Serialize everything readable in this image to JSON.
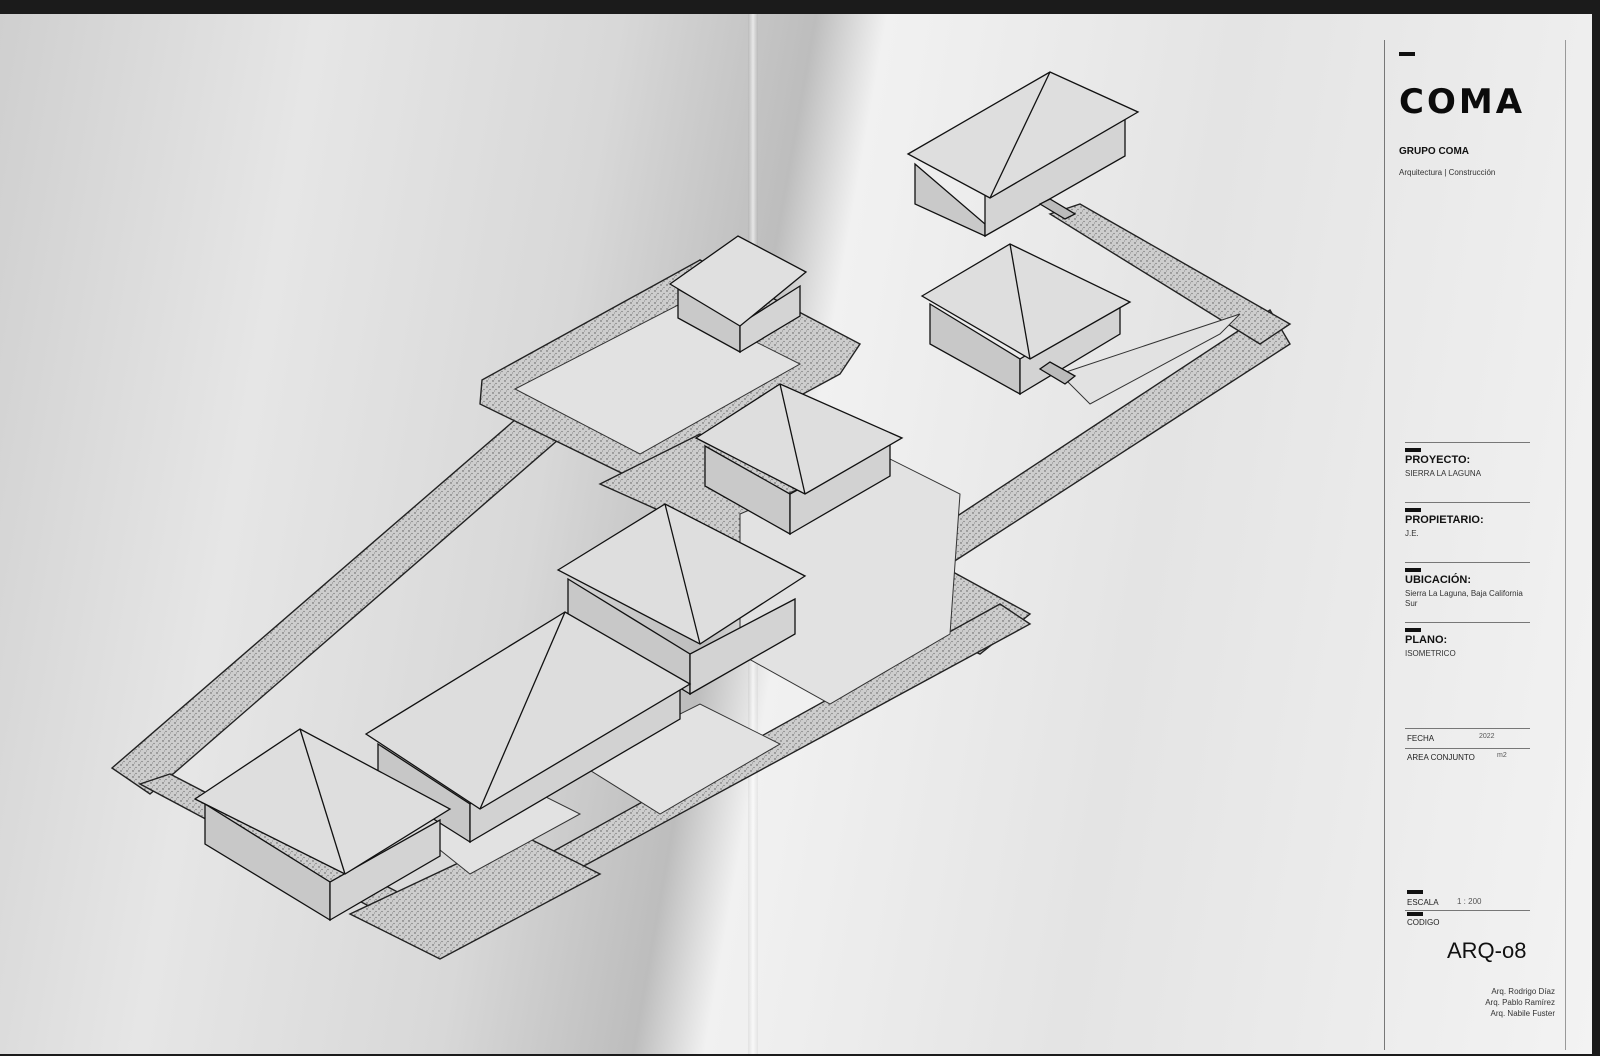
{
  "title_block": {
    "logo": "COMA",
    "firm_name": "GRUPO COMA",
    "firm_tagline": "Arquitectura | Construcción",
    "fields": [
      {
        "label": "PROYECTO:",
        "value": "SIERRA LA LAGUNA"
      },
      {
        "label": "PROPIETARIO:",
        "value": "J.E."
      },
      {
        "label": "UBICACIÓN:",
        "value": "Sierra La Laguna, Baja California Sur"
      },
      {
        "label": "PLANO:",
        "value": "ISOMETRICO"
      }
    ],
    "fecha": {
      "label": "FECHA",
      "value": "2022"
    },
    "area": {
      "label": "AREA CONJUNTO",
      "value": "m2"
    },
    "escala": {
      "label": "ESCALA",
      "value": "1 : 200"
    },
    "codigo": {
      "label": "CODIGO",
      "value": "ARQ-o8"
    },
    "authors": [
      "Arq. Rodrigo Díaz",
      "Arq. Pablo Ramírez",
      "Arq. Nabile Fuster"
    ]
  },
  "colors": {
    "ink": "#111111",
    "paper": "#e8e8e8",
    "path": "#c9c9c9",
    "roof": "#dcdcdc",
    "wall": "#cfcfcf"
  },
  "drawing": {
    "type": "isometric site plan",
    "building_count": 7
  }
}
